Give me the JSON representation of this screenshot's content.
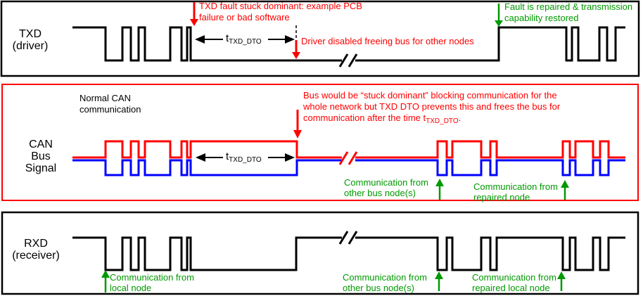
{
  "colors": {
    "red": "#ff0000",
    "green": "#009900",
    "blue": "#0000ff",
    "black": "#000000",
    "bg": "#ffffff"
  },
  "timing_parameter": {
    "base": "t",
    "subscript": "TXD_DTO"
  },
  "txd_panel": {
    "label_line1": "TXD",
    "label_line2": "(driver)",
    "fault_note_line1": "TXD fault stuck dominant: example PCB",
    "fault_note_line2": "failure or bad software",
    "driver_disabled_note": "Driver disabled freeing bus for other nodes",
    "repaired_note_line1": "Fault is repaired & transmission",
    "repaired_note_line2": "capability restored"
  },
  "can_panel": {
    "label_line1": "CAN",
    "label_line2": "Bus",
    "label_line3": "Signal",
    "normal_note_line1": "Normal CAN",
    "normal_note_line2": "communication",
    "stuck_note_line1": "Bus would be “stuck dominant” blocking communication for the",
    "stuck_note_line2": "whole network but TXD DTO prevents this and frees the bus for",
    "stuck_note_line3_prefix": "communication after the time t",
    "stuck_note_line3_subscript": "TXD_DTO",
    "stuck_note_line3_suffix": ".",
    "comm_other_line1": "Communication from",
    "comm_other_line2": "other bus node(s)",
    "comm_repaired_line1": "Communication from",
    "comm_repaired_line2": "repaired node"
  },
  "rxd_panel": {
    "label_line1": "RXD",
    "label_line2": "(receiver)",
    "comm_local_line1": "Communication from",
    "comm_local_line2": "local node",
    "comm_other_line1": "Communication from",
    "comm_other_line2": "other bus node(s)",
    "comm_repaired_line1": "Communication from",
    "comm_repaired_line2": "repaired local node"
  }
}
